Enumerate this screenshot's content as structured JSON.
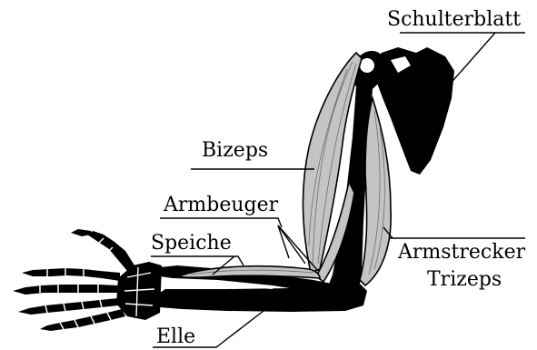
{
  "labels": {
    "schulterblatt": "Schulterblatt",
    "bizeps": "Bizeps",
    "armbeuger": "Armbeuger",
    "speiche": "Speiche",
    "armstrecker": "Armstrecker",
    "trizeps": "Trizeps",
    "elle": "Elle"
  },
  "colors": {
    "bone": "#000000",
    "muscle": "#c4c4c4",
    "background": "#ffffff"
  }
}
